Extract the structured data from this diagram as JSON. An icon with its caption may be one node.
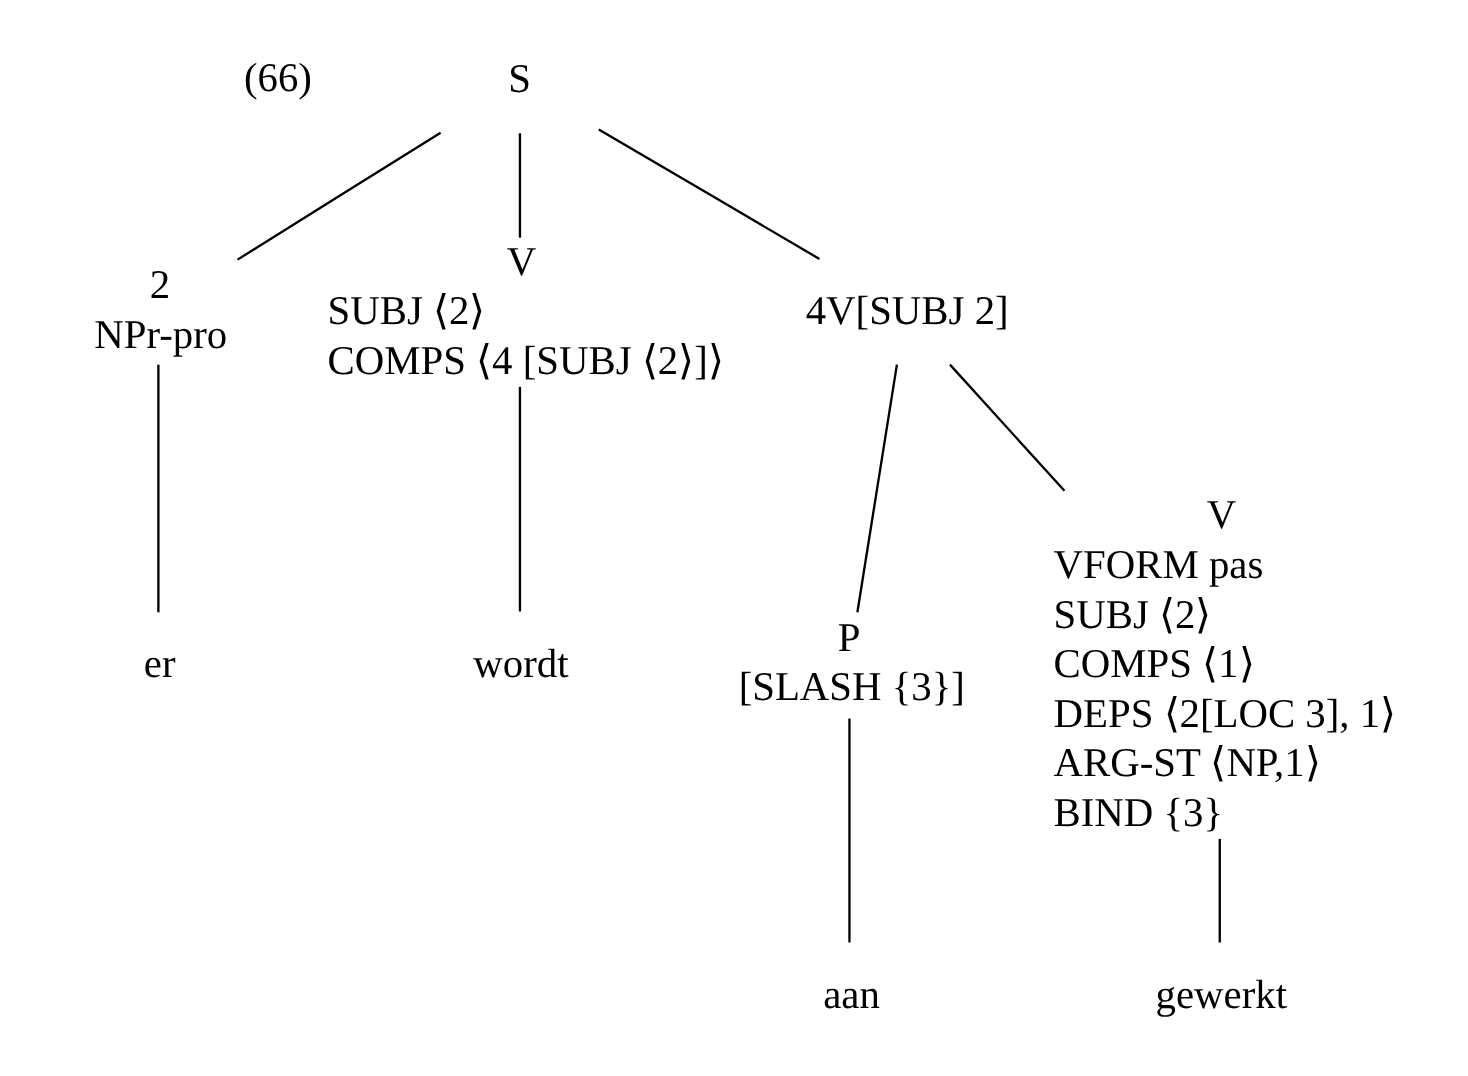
{
  "diagram": {
    "nodes": [
      {
        "text": [
          "S"
        ]
      },
      {
        "text": [
          "2",
          "NPr-pro"
        ]
      },
      {
        "text": [
          "V",
          "SUBJ ⟨2⟩",
          "COMPS ⟨4 [SUBJ ⟨2⟩]⟩"
        ]
      },
      {
        "text": [
          "4V[SUBJ 2]"
        ]
      },
      {
        "text": [
          "er"
        ]
      },
      {
        "text": [
          "wordt"
        ]
      },
      {
        "text": [
          "P",
          "[SLASH {3}]"
        ]
      },
      {
        "text": [
          "V",
          "VFORM pas",
          "SUBJ ⟨2⟩",
          "COMPS ⟨1⟩",
          "DEPS ⟨2[LOC 3], 1⟩",
          "ARG-ST ⟨NP,1⟩",
          "BIND {3}"
        ]
      },
      {
        "text": [
          "aan"
        ]
      },
      {
        "text": [
          "gewerkt"
        ]
      }
    ],
    "edges": [
      {
        "from": 0,
        "to": 1,
        "arrow": "none"
      },
      {
        "from": 0,
        "to": 2,
        "arrow": "none"
      },
      {
        "from": 0,
        "to": 3,
        "arrow": "none"
      },
      {
        "from": 1,
        "to": 4,
        "arrow": "none"
      },
      {
        "from": 2,
        "to": 5,
        "arrow": "none"
      },
      {
        "from": 3,
        "to": 6,
        "arrow": "none"
      },
      {
        "from": 3,
        "to": 7,
        "arrow": "none"
      },
      {
        "from": 6,
        "to": 8,
        "arrow": "none"
      },
      {
        "from": 7,
        "to": 9,
        "arrow": "none"
      }
    ],
    "labels": [
      "(66)"
    ]
  }
}
